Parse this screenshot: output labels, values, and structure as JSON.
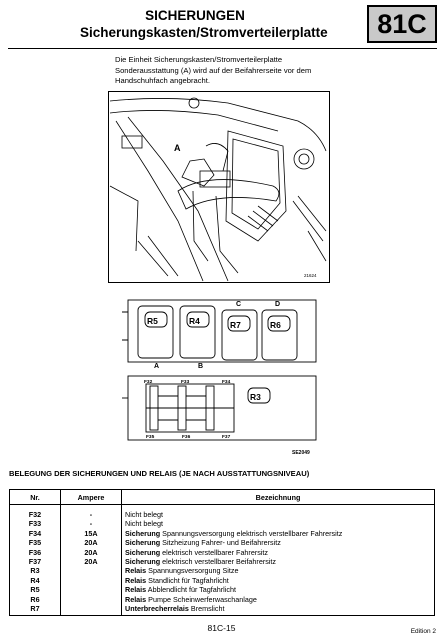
{
  "header": {
    "title_line1": "SICHERUNGEN",
    "title_line2": "Sicherungskasten/Stromverteilerplatte",
    "badge": "81C"
  },
  "intro_text": "Die Einheit Sicherungskasten/Stromverteilerplatte Sonderausstattung (A) wird auf der Beifahrerseite vor dem Handschuhfach angebracht.",
  "illustration": {
    "label_a": "A",
    "code": "21624"
  },
  "diagram": {
    "relays_top": [
      "R5",
      "R4",
      "R7",
      "R6"
    ],
    "box_labels_bottom": [
      "A",
      "B"
    ],
    "box_labels_top": [
      "C",
      "D"
    ],
    "relay_bottom": "R3",
    "fuse_labels_top": [
      "F32",
      "F33",
      "F34"
    ],
    "fuse_labels_bottom": [
      "F35",
      "F36",
      "F37"
    ],
    "code": "SE2049"
  },
  "section_title": "BELEGUNG DER SICHERUNGEN UND RELAIS (JE NACH AUSSTATTUNGSNIVEAU)",
  "table": {
    "headers": [
      "Nr.",
      "Ampere",
      "Bezeichnung"
    ],
    "rows": [
      {
        "nr": "F32",
        "amp": "-",
        "bold": "",
        "text": "Nicht belegt"
      },
      {
        "nr": "F33",
        "amp": "-",
        "bold": "",
        "text": "Nicht belegt"
      },
      {
        "nr": "F34",
        "amp": "15A",
        "bold": "Sicherung",
        "text": " Spannungsversorgung elektrisch verstellbarer Fahrersitz"
      },
      {
        "nr": "F35",
        "amp": "20A",
        "bold": "Sicherung",
        "text": " Sitzheizung Fahrer- und Beifahrersitz"
      },
      {
        "nr": "F36",
        "amp": "20A",
        "bold": "Sicherung",
        "text": " elektrisch verstellbarer Fahrersitz"
      },
      {
        "nr": "F37",
        "amp": "20A",
        "bold": "Sicherung",
        "text": " elektrisch verstellbarer Beifahrersitz"
      },
      {
        "nr": "R3",
        "amp": "",
        "bold": "Relais",
        "text": " Spannungsversorgung Sitze"
      },
      {
        "nr": "R4",
        "amp": "",
        "bold": "Relais",
        "text": " Standlicht für Tagfahrlicht"
      },
      {
        "nr": "R5",
        "amp": "",
        "bold": "Relais",
        "text": " Abblendlicht für Tagfahrlicht"
      },
      {
        "nr": "R6",
        "amp": "",
        "bold": "Relais",
        "text": " Pumpe Scheinwerferwaschanlage"
      },
      {
        "nr": "R7",
        "amp": "",
        "bold": "Unterbrecherrelais",
        "text": " Bremslicht"
      }
    ]
  },
  "footer": {
    "page": "81C-15",
    "edition": "Edition 2"
  }
}
